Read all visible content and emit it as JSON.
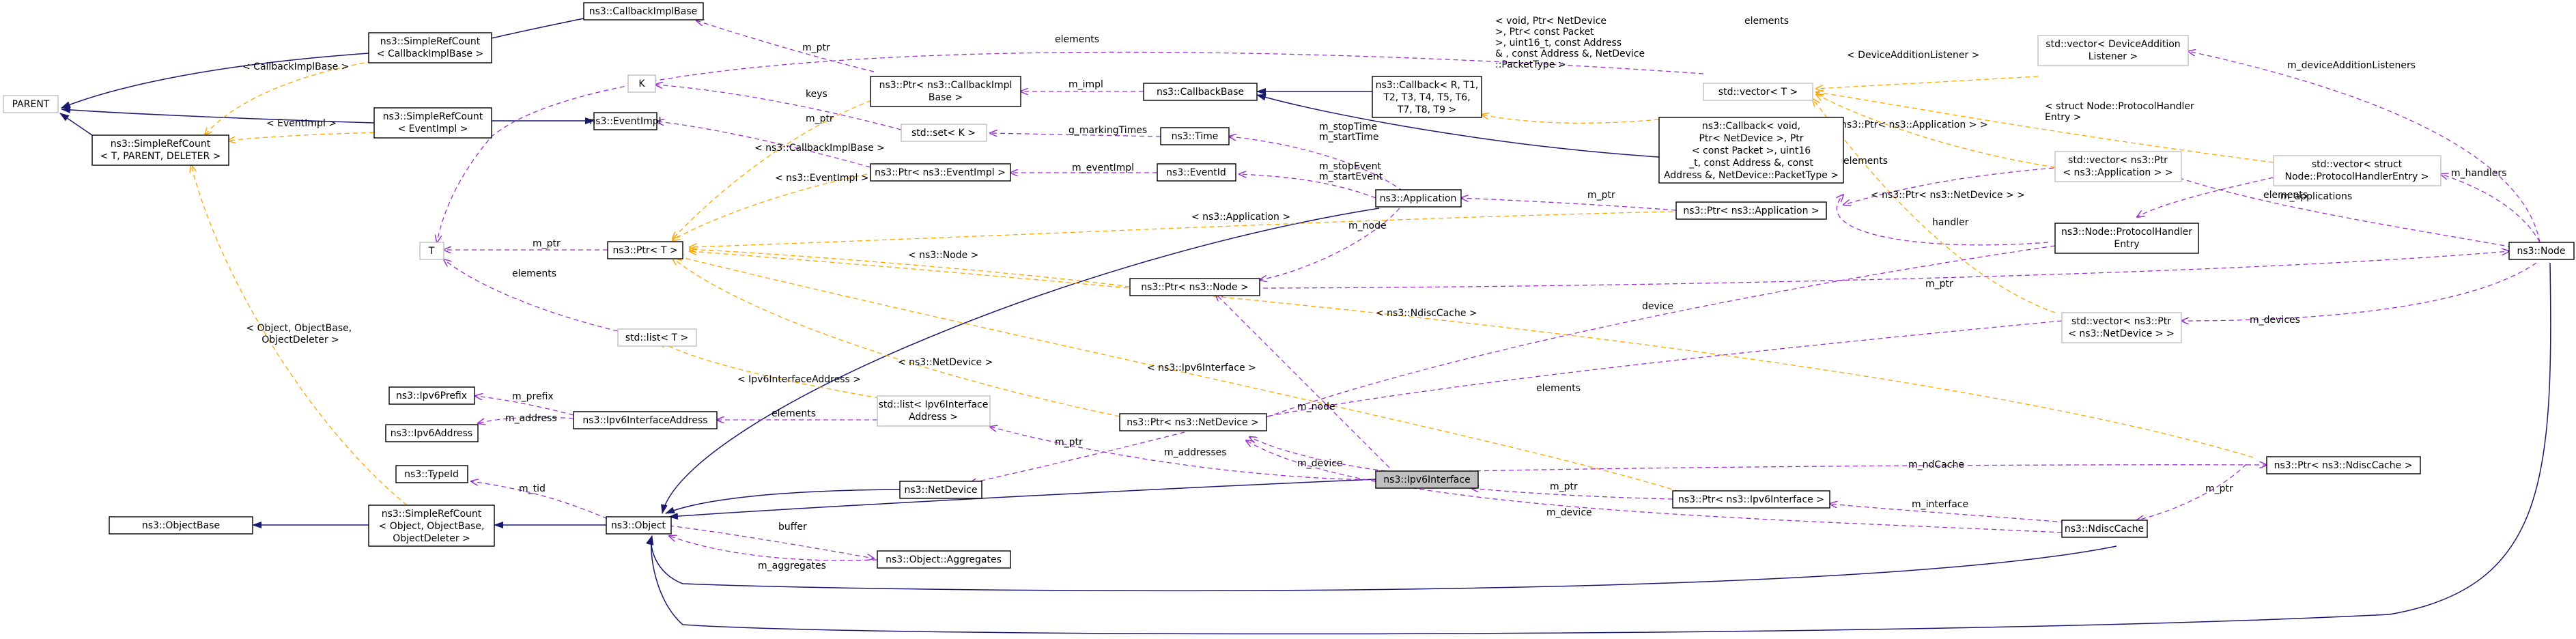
{
  "colors": {
    "inheritance": "#191970",
    "usage": "#9a32cd",
    "template": "#ffa500",
    "focus_fill": "#bfbfbf"
  },
  "nodes": {
    "parent": "PARENT",
    "callback_impl_base": "ns3::CallbackImplBase",
    "simple_refcount_cb": [
      "ns3::SimpleRefCount",
      "< CallbackImplBase >"
    ],
    "simple_refcount_ev": [
      "ns3::SimpleRefCount",
      "< EventImpl >"
    ],
    "simple_refcount_tpd": [
      "ns3::SimpleRefCount",
      "< T, PARENT, DELETER >"
    ],
    "k": "K",
    "ptr_cbimpl": [
      "ns3::Ptr< ns3::CallbackImpl",
      "Base >"
    ],
    "set_k": "std::set< K >",
    "event_impl": "ns3::EventImpl",
    "callback_base": "ns3::CallbackBase",
    "callback_r": [
      "ns3::Callback< R, T1,",
      "T2, T3, T4, T5, T6,",
      "T7, T8, T9 >"
    ],
    "time": "ns3::Time",
    "ptr_eventimpl": "ns3::Ptr< ns3::EventImpl >",
    "event_id": "ns3::EventId",
    "application": "ns3::Application",
    "t": "T",
    "ptr_t": "ns3::Ptr< T >",
    "ptr_node": "ns3::Ptr< ns3::Node >",
    "list_t": "std::list< T >",
    "ipv6_prefix": "ns3::Ipv6Prefix",
    "ipv6_address": "ns3::Ipv6Address",
    "ipv6_if_address": "ns3::Ipv6InterfaceAddress",
    "list_ipv6_if_address": [
      "std::list< Ipv6Interface",
      "Address >"
    ],
    "ptr_netdevice": "ns3::Ptr< ns3::NetDevice >",
    "netdevice": "ns3::NetDevice",
    "ipv6_interface": "ns3::Ipv6Interface",
    "typeid": "ns3::TypeId",
    "object_base": "ns3::ObjectBase",
    "simple_refcount_obj": [
      "ns3::SimpleRefCount",
      "< Object, ObjectBase,",
      "ObjectDeleter >"
    ],
    "object": "ns3::Object",
    "object_aggregates": "ns3::Object::Aggregates",
    "vector_t": "std::vector< T >",
    "callback_void": [
      "ns3::Callback< void,",
      "Ptr< NetDevice >, Ptr",
      "< const Packet >, uint16",
      "_t, const Address &, const",
      "Address &, NetDevice::PacketType >"
    ],
    "ptr_application": "ns3::Ptr< ns3::Application >",
    "vector_ptr_app": [
      "std::vector< ns3::Ptr",
      "< ns3::Application > >"
    ],
    "vector_dev_listener": [
      "std::vector< DeviceAddition",
      "Listener >"
    ],
    "vector_protocol_handler": [
      "std::vector< struct",
      "Node::ProtocolHandlerEntry >"
    ],
    "protocol_handler_entry": [
      "ns3::Node::ProtocolHandler",
      "Entry"
    ],
    "vector_ptr_netdevice": [
      "std::vector< ns3::Ptr",
      "< ns3::NetDevice > >"
    ],
    "ptr_ipv6_interface": "ns3::Ptr< ns3::Ipv6Interface >",
    "ptr_ndisc_cache": "ns3::Ptr< ns3::NdiscCache >",
    "ndisc_cache": "ns3::NdiscCache",
    "node": "ns3::Node"
  },
  "edge_labels": {
    "cb_impl_base_lbl": "< CallbackImplBase >",
    "event_impl_lbl": "< EventImpl >",
    "object_base_lbl": [
      "< Object, ObjectBase,",
      "ObjectDeleter >"
    ],
    "m_ptr_1": "m_ptr",
    "m_ptr_2": "m_ptr",
    "m_ptr_3": "m_ptr",
    "m_ptr_4": "m_ptr",
    "m_ptr_5": "m_ptr",
    "m_ptr_6": "m_ptr",
    "m_ptr_7": "m_ptr",
    "m_ptr_8": "m_ptr",
    "keys": "keys",
    "elements_top": "elements",
    "elements_top2": "elements",
    "elements_list": "elements",
    "elements_ipv6": "elements",
    "elements_vapp": "elements",
    "elements_vph": "elements",
    "elements_vnd": "elements",
    "m_impl": "m_impl",
    "g_marking_times": "g_markingTimes",
    "cb_impl_base_lbl2": "< ns3::CallbackImplBase >",
    "m_event_impl": "m_eventImpl",
    "event_impl_ptr_lbl": "< ns3::EventImpl >",
    "m_stop_time": [
      "m_stopTime",
      "m_startTime"
    ],
    "m_stop_event": [
      "m_stopEvent",
      "m_startEvent"
    ],
    "m_node_app": "m_node",
    "app_lbl": "< ns3::Application >",
    "node_lbl": "< ns3::Node >",
    "ndisc_lbl": "< ns3::NdiscCache >",
    "netdev_lbl": "< ns3::NetDevice >",
    "ipv6if_lbl": "< ns3::Ipv6Interface >",
    "ipv6ifaddr_lbl": "< Ipv6InterfaceAddress >",
    "m_prefix": "m_prefix",
    "m_address": "m_address",
    "m_addresses": "m_addresses",
    "m_node_if": "m_node",
    "m_device": "m_device",
    "m_device2": "m_device",
    "m_tid": "m_tid",
    "buffer": "buffer",
    "m_aggregates": "m_aggregates",
    "callback_tpl_lbl": [
      "< void, Ptr< NetDevice",
      ">, Ptr< const Packet",
      ">, uint16_t, const Address",
      "& , const Address &, NetDevice",
      "::PacketType >"
    ],
    "dev_listener_lbl": "< DeviceAdditionListener >",
    "ptr_app_lbl": "< ns3::Ptr< ns3::Application > >",
    "ptr_netdev_lbl": "< ns3::Ptr< ns3::NetDevice > >",
    "proto_handler_lbl": [
      "< struct Node::ProtocolHandler",
      "Entry >"
    ],
    "handler": "handler",
    "device": "device",
    "m_device_addition_listeners": "m_deviceAdditionListeners",
    "m_handlers": "m_handlers",
    "m_applications": "m_applications",
    "m_devices": "m_devices",
    "m_nd_cache": "m_ndCache",
    "m_interface": "m_interface"
  }
}
